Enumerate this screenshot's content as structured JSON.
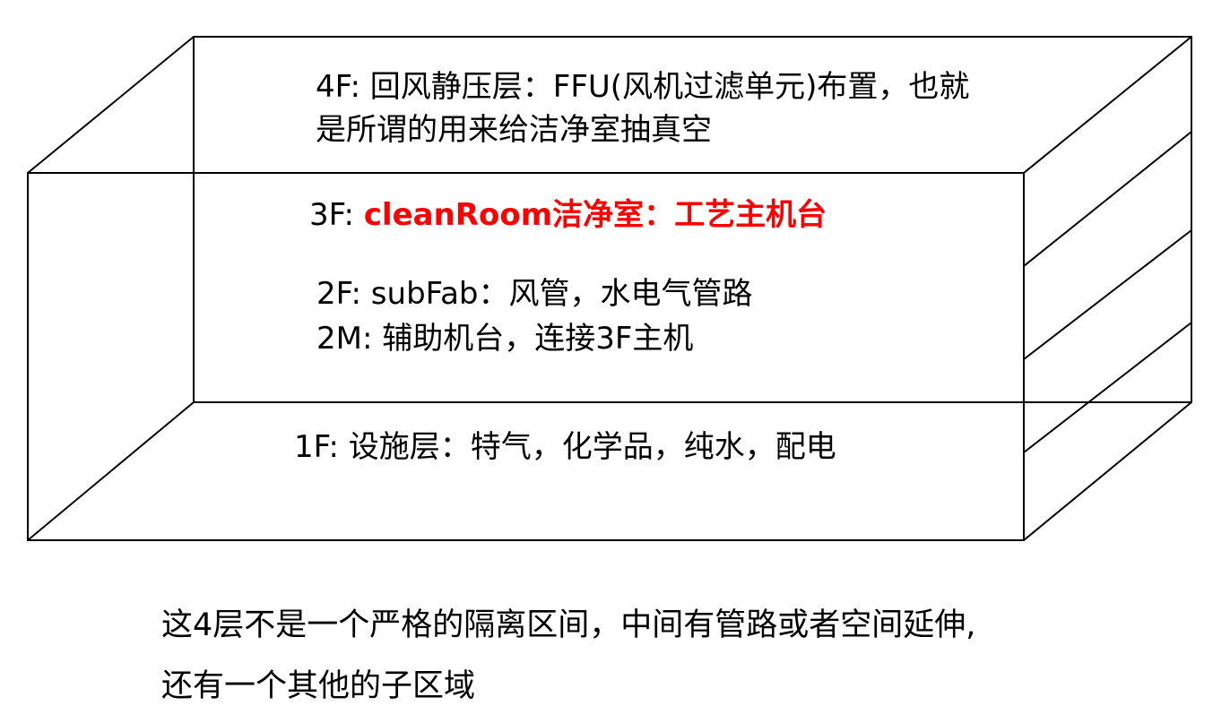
{
  "floors": {
    "f4": {
      "line1": "4F: 回风静压层：FFU(风机过滤单元)布置，也就",
      "line2": "是所谓的用来给洁净室抽真空"
    },
    "f3": {
      "prefix": "3F: ",
      "highlight": "cleanRoom洁净室：工艺主机台",
      "highlight_color": "#ff0000"
    },
    "f2": {
      "line1": "2F: subFab：风管，水电气管路"
    },
    "f2m": {
      "line1": "2M: 辅助机台，连接3F主机"
    },
    "f1": {
      "line1": "1F: 设施层：特气，化学品，纯水，配电"
    }
  },
  "note": {
    "line1": "这4层不是一个严格的隔离区间，中间有管路或者空间延伸,",
    "line2": "还有一个其他的子区域"
  },
  "colors": {
    "stroke": "#000000",
    "background": "#ffffff"
  }
}
